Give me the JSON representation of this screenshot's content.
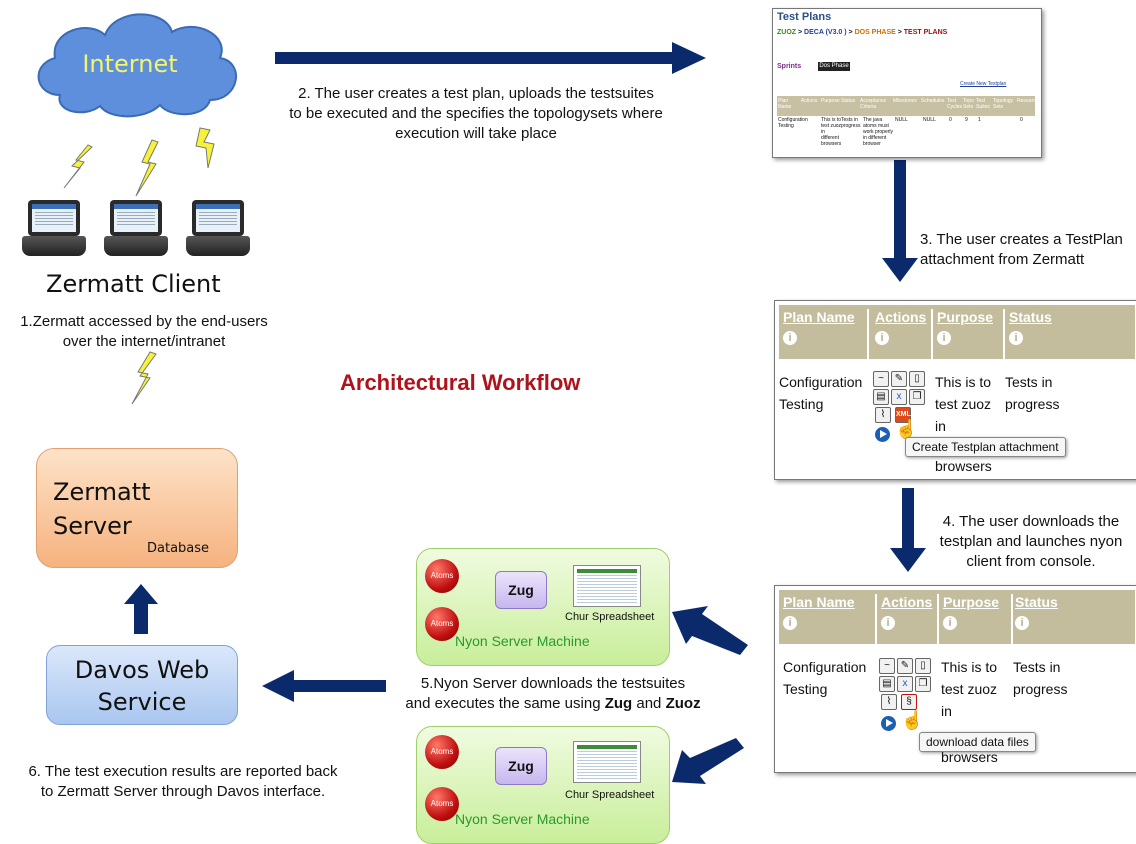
{
  "title": "Architectural Workflow",
  "cloud": {
    "label": "Internet"
  },
  "client": {
    "title": "Zermatt Client",
    "step1": [
      "1.Zermatt accessed by the end-users",
      "over the internet/intranet"
    ]
  },
  "server": {
    "title_line1": "Zermatt",
    "title_line2": "Server",
    "db_label": "Database"
  },
  "davos": {
    "title_line1": "Davos Web",
    "title_line2": "Service"
  },
  "steps": {
    "s2": [
      "2. The user creates a test plan, uploads the testsuites",
      "to be executed and the specifies the topologysets where",
      "execution will take place"
    ],
    "s3": [
      "3. The user creates a TestPlan",
      "attachment from Zermatt"
    ],
    "s4": [
      "4. The user downloads the",
      "testplan and launches nyon",
      "client from console."
    ],
    "s5_line1": "5.Nyon Server downloads the testsuites",
    "s5_line2_pre": "and executes the same using ",
    "s5_zug": "Zug",
    "s5_and": " and ",
    "s5_zuoz": "Zuoz",
    "s6": [
      "6. The test execution results are reported back",
      "to Zermatt Server through Davos interface."
    ]
  },
  "nyon": {
    "atom_label": "Atoms",
    "zug_label": "Zug",
    "sheet_label": "Chur Spreadsheet",
    "machine_label": "Nyon Server Machine"
  },
  "test_plans_shot": {
    "title": "Test Plans",
    "crumb_zuoz": "ZUOZ",
    "crumb_deca": "DECA (V3.0 )",
    "crumb_phase": "DOS PHASE",
    "crumb_plans": "TEST PLANS",
    "sprints": "Sprints",
    "phase_value": "Dos Phase",
    "create_link": "Create New Testplan",
    "headers": [
      "Plan Name",
      "Actions",
      "Purpose",
      "Status",
      "Acceptance Criteria",
      "Milestones",
      "Schedules",
      "Test Cycles",
      "Topo Sets",
      "Test Suites",
      "Topology Sets",
      "Resources"
    ],
    "row": {
      "plan_name": "Configuration Testing",
      "purpose": "This is to test zuoz in different browsers",
      "status": "Tests in progress",
      "criteria": "The java atoms must work properly in different browser",
      "milestones": "NULL",
      "schedules": "NULL",
      "test_cycles": "0",
      "topo_sets": "9",
      "test_suites": "1",
      "topology_sets": "0"
    }
  },
  "attach_shot": {
    "headers": [
      "Plan Name",
      "Actions",
      "Purpose",
      "Status"
    ],
    "plan_name": [
      "Configuration",
      "Testing"
    ],
    "purpose": [
      "This is to",
      "test zuoz",
      "in"
    ],
    "status": [
      "Tests in",
      "progress"
    ],
    "tail": "browsers",
    "tooltip": "Create Testplan attachment",
    "xml_badge": "XML"
  },
  "download_shot": {
    "headers": [
      "Plan Name",
      "Actions",
      "Purpose",
      "Status"
    ],
    "plan_name": [
      "Configuration",
      "Testing"
    ],
    "purpose": [
      "This is to",
      "test zuoz",
      "in"
    ],
    "status": [
      "Tests in",
      "progress"
    ],
    "tail": "browsers",
    "tooltip": "download data files"
  }
}
